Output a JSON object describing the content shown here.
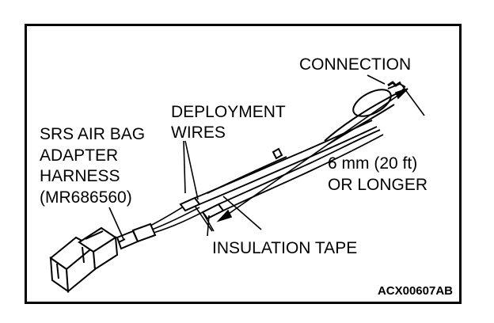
{
  "labels": {
    "connection": "CONNECTION",
    "deployment_line1": "DEPLOYMENT",
    "deployment_line2": "WIRES",
    "srs_line1": "SRS AIR BAG",
    "srs_line2": "ADAPTER",
    "srs_line3": "HARNESS",
    "srs_line4": "(MR686560)",
    "length_line1": "6 mm (20 ft)",
    "length_line2": "OR LONGER",
    "insulation": "INSULATION TAPE"
  },
  "figure_code": "ACX00607AB",
  "colors": {
    "ink": "#000000",
    "background": "#ffffff"
  }
}
